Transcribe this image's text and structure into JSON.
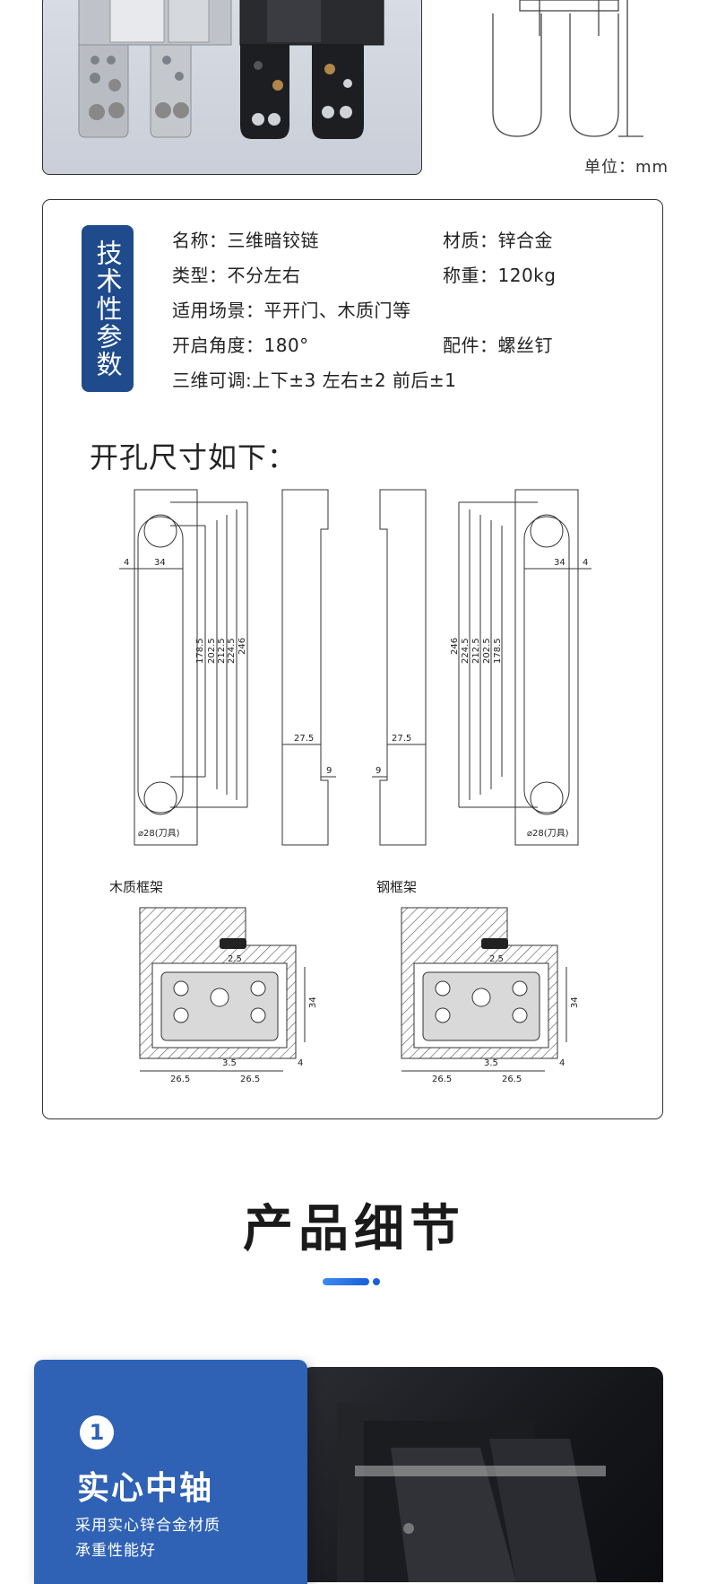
{
  "top": {
    "unit_label": "单位：mm"
  },
  "spec": {
    "badge": "技术性参数",
    "rows": [
      {
        "left": "名称：三维暗铰链",
        "right": "材质：锌合金"
      },
      {
        "left": "类型：不分左右",
        "right": "称重：120kg"
      },
      {
        "left": "适用场景：平开门、木质门等",
        "right": ""
      },
      {
        "left": "开启角度：180°",
        "right": "配件：螺丝钉"
      },
      {
        "left": "三维可调:上下±3 左右±2 前后±1",
        "right": ""
      }
    ],
    "holes_title": "开孔尺寸如下：",
    "dims": {
      "side_width": "4",
      "slot_width": "34",
      "lengths": [
        "178.5",
        "202.5",
        "212.5",
        "224.5",
        "246"
      ],
      "depth": "27.5",
      "lip": "9",
      "cutter": "⌀28(刀具)"
    },
    "frames": {
      "wood": "木质框架",
      "steel": "钢框架",
      "gap": "2.5",
      "height": "34",
      "offset": "3.5",
      "half": "26.5",
      "edge": "4"
    }
  },
  "details": {
    "title": "产品细节"
  },
  "feature": {
    "number": "1",
    "title": "实心中轴",
    "desc_line1": "采用实心锌合金材质",
    "desc_line2": "承重性能好"
  },
  "colors": {
    "badge": "#1f4b8d",
    "accent": "#1a5ed8",
    "feature_card": "#2f62b5"
  }
}
